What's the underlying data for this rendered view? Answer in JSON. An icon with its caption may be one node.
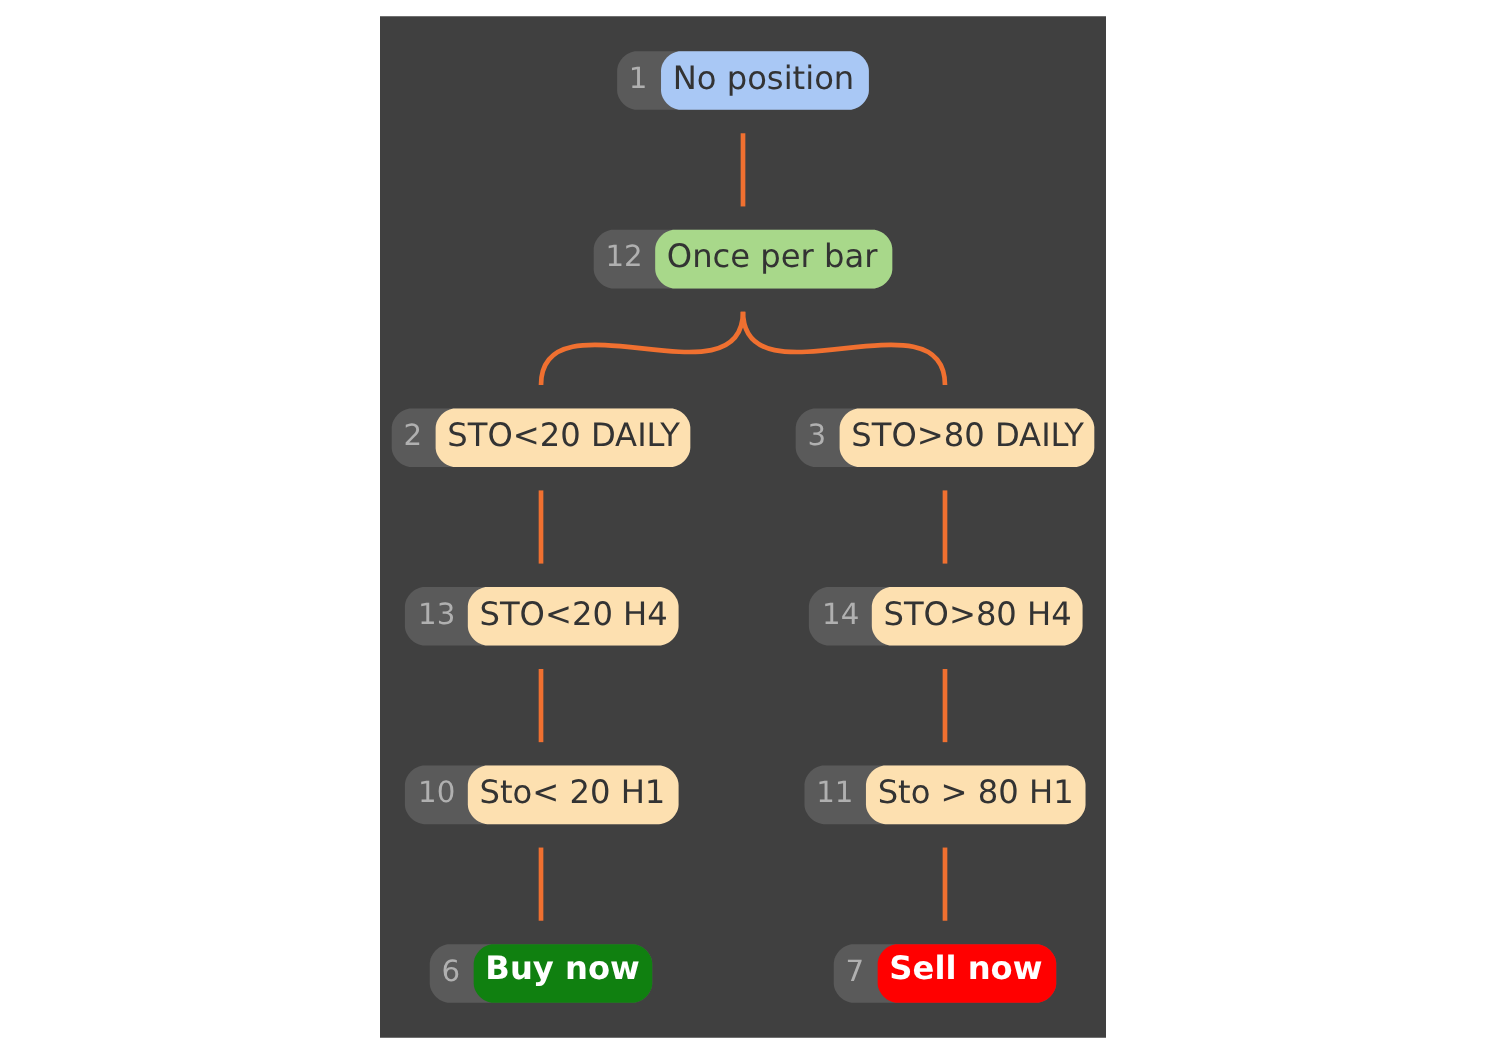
{
  "diagram": {
    "nodes": [
      {
        "text": [
          "1",
          "No position"
        ]
      },
      {
        "text": [
          "12",
          "Once per bar"
        ]
      },
      {
        "text": [
          "2",
          "STO<20 DAILY"
        ]
      },
      {
        "text": [
          "3",
          "STO>80 DAILY"
        ]
      },
      {
        "text": [
          "13",
          "STO<20 H4"
        ]
      },
      {
        "text": [
          "14",
          "STO>80 H4"
        ]
      },
      {
        "text": [
          "10",
          "Sto< 20 H1"
        ]
      },
      {
        "text": [
          "11",
          "Sto > 80 H1"
        ]
      },
      {
        "text": [
          "6",
          "Buy now"
        ]
      },
      {
        "text": [
          "7",
          "Sell now"
        ]
      }
    ],
    "edges": [
      {
        "from": 0,
        "to": 1,
        "arrow": "none"
      },
      {
        "from": 1,
        "to": 2,
        "arrow": "none"
      },
      {
        "from": 1,
        "to": 3,
        "arrow": "none"
      },
      {
        "from": 2,
        "to": 4,
        "arrow": "none"
      },
      {
        "from": 4,
        "to": 6,
        "arrow": "none"
      },
      {
        "from": 6,
        "to": 8,
        "arrow": "none"
      },
      {
        "from": 3,
        "to": 5,
        "arrow": "none"
      },
      {
        "from": 5,
        "to": 7,
        "arrow": "none"
      },
      {
        "from": 7,
        "to": 9,
        "arrow": "none"
      }
    ]
  }
}
